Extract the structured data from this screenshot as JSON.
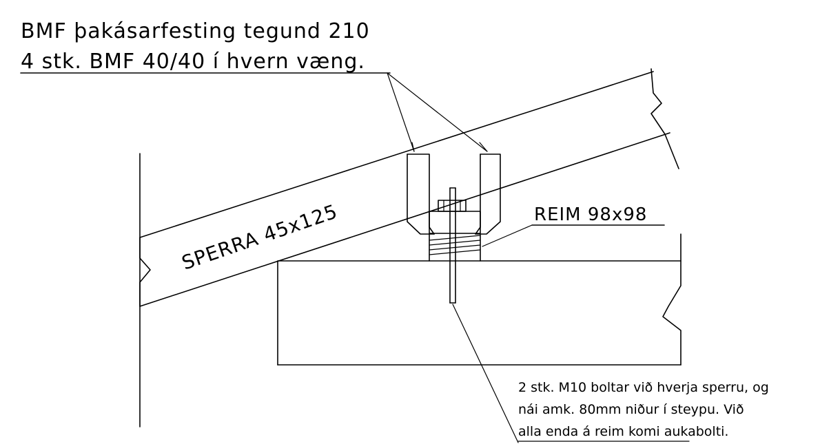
{
  "header": {
    "line1": "BMF þakásarfesting  tegund 210",
    "line2": "4 stk. BMF 40/40 í hvern væng."
  },
  "labels": {
    "rafter": "SPERRA 45x125",
    "strap": "REIM 98x98"
  },
  "note": {
    "lines": [
      "2 stk. M10 boltar við hverja sperru, og",
      "nái amk. 80mm niður í steypu. Við",
      "alla enda á reim komi aukabolti."
    ]
  }
}
